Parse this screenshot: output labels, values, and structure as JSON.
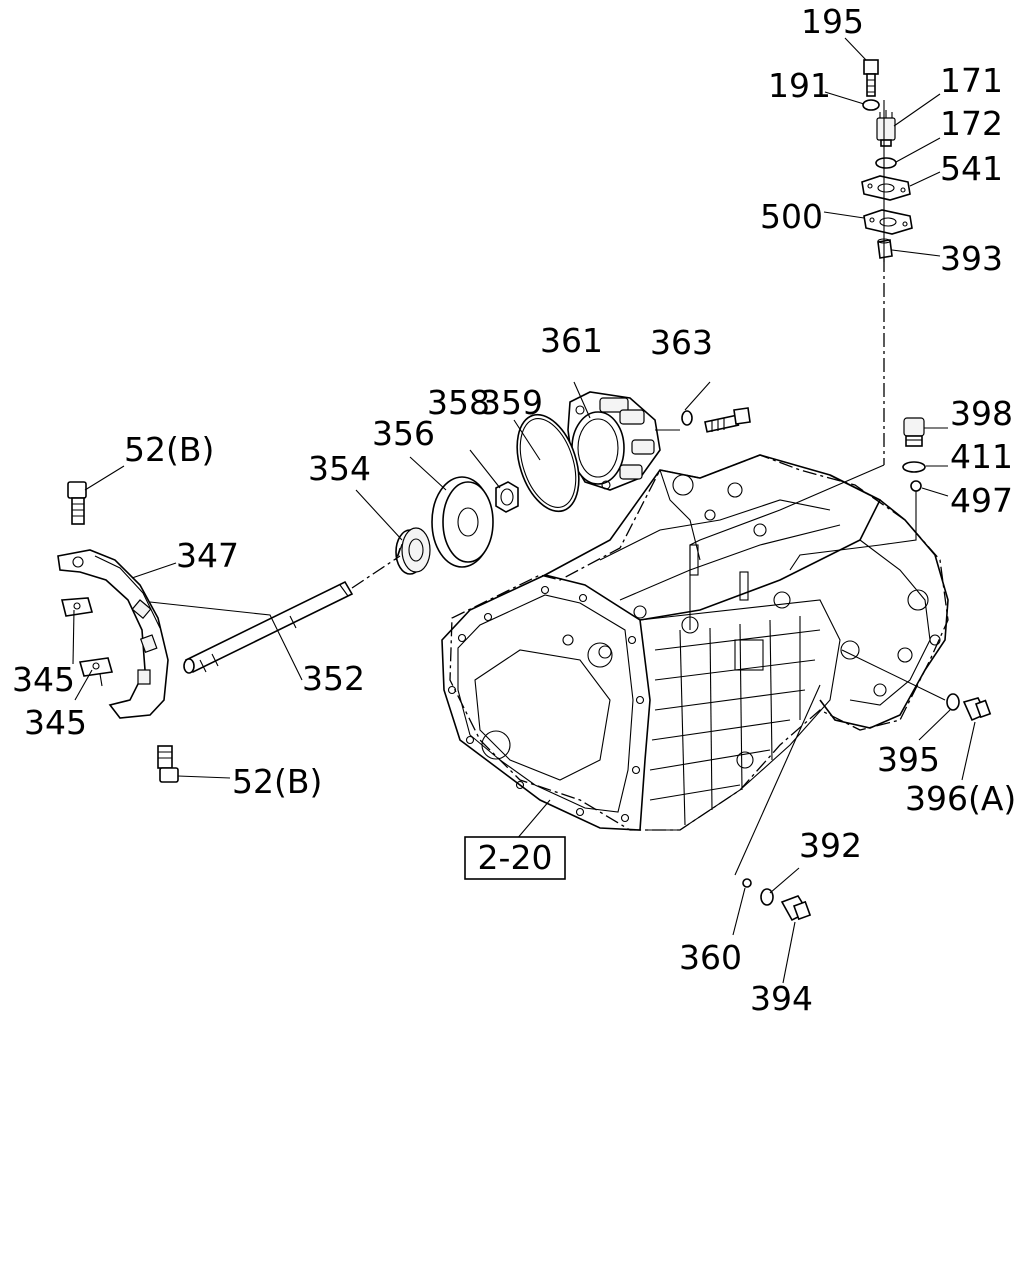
{
  "diagram": {
    "reference_box": "2-20",
    "labels": {
      "p195": "195",
      "p191": "191",
      "p171": "171",
      "p172": "172",
      "p541": "541",
      "p500": "500",
      "p393": "393",
      "p361": "361",
      "p363": "363",
      "p359": "359",
      "p358": "358",
      "p356": "356",
      "p354": "354",
      "p398": "398",
      "p411": "411",
      "p497": "497",
      "p52b_top": "52(B)",
      "p347": "347",
      "p345_a": "345",
      "p345_b": "345",
      "p352": "352",
      "p52b_bottom": "52(B)",
      "p395": "395",
      "p396a": "396(A)",
      "p392": "392",
      "p360": "360",
      "p394": "394"
    }
  }
}
